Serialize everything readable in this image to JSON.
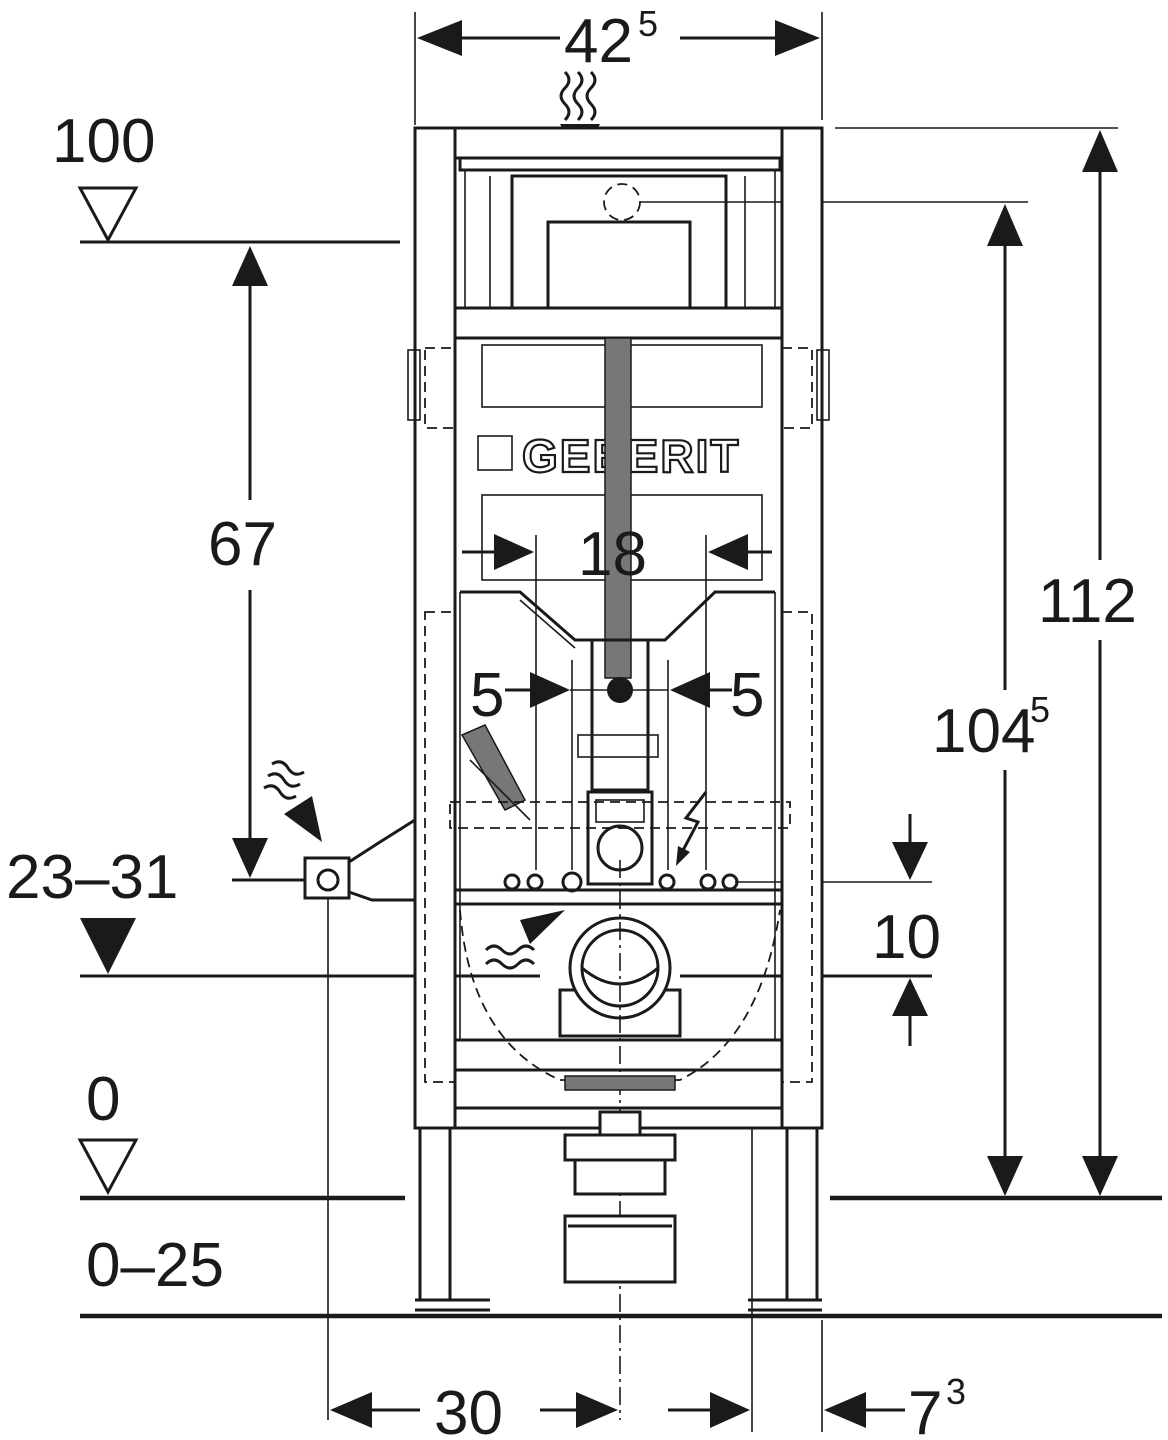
{
  "drawing": {
    "brand_logo": "GEBERIT",
    "dimensions": {
      "frame_width": {
        "main": "42",
        "sup": "5"
      },
      "level_top": "100",
      "height_67": "67",
      "spacing_18": "18",
      "offset_left": "5",
      "offset_right": "5",
      "height_112": "112",
      "height_104": {
        "main": "104",
        "sup": "5"
      },
      "side_inlet_range": "23–31",
      "distance_10": "10",
      "level_zero": "0",
      "floor_range": "0–25",
      "bottom_30": "30",
      "bottom_right": {
        "main": "7",
        "sup": "3"
      }
    }
  }
}
